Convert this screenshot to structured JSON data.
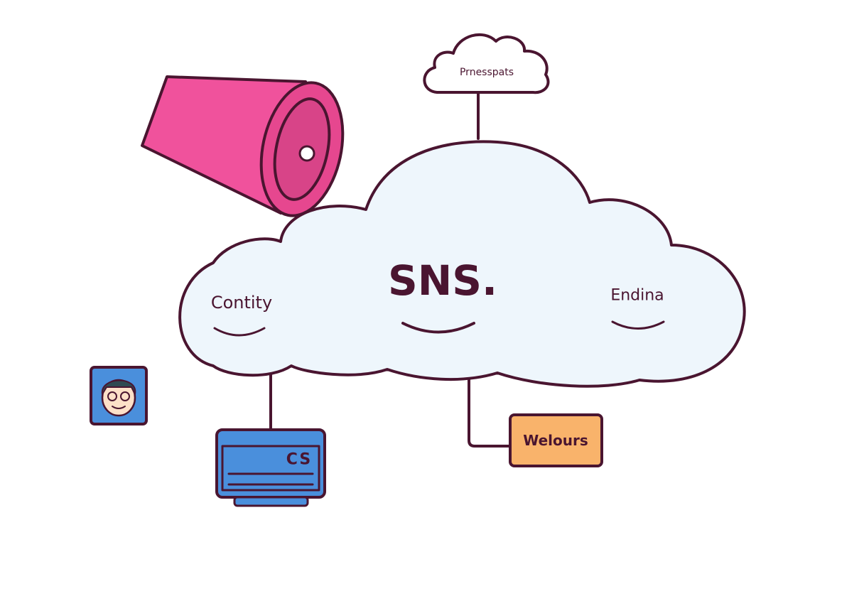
{
  "top_cloud": {
    "label": "Prnesspats"
  },
  "main_cloud": {
    "title": "SNS.",
    "left_label": "Contity",
    "right_label": "Endina"
  },
  "monitor": {
    "label": "CS"
  },
  "orange_box": {
    "label": "Welours"
  },
  "colors": {
    "outline": "#4a1530",
    "cloud_fill": "#eef6fc",
    "megaphone": "#f0529c",
    "monitor": "#4a8fdc",
    "orange": "#f9b36b",
    "avatar_bg": "#4a8fdc"
  }
}
